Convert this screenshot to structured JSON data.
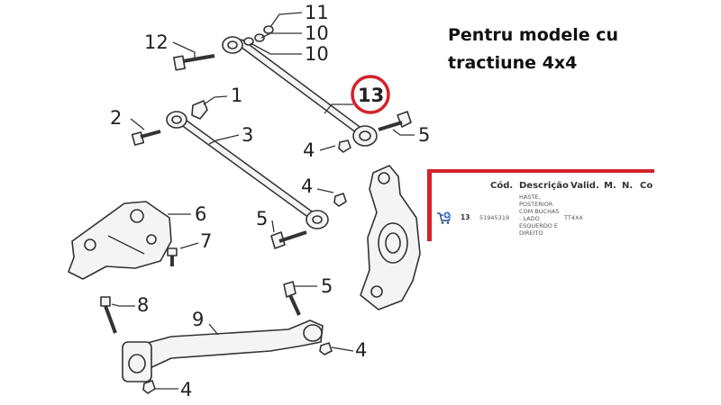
{
  "callouts": [
    {
      "id": "c11",
      "label": "11"
    },
    {
      "id": "c10a",
      "label": "10"
    },
    {
      "id": "c10b",
      "label": "10"
    },
    {
      "id": "c12",
      "label": "12"
    },
    {
      "id": "c13",
      "label": "13"
    },
    {
      "id": "c1",
      "label": "1"
    },
    {
      "id": "c2",
      "label": "2"
    },
    {
      "id": "c3",
      "label": "3"
    },
    {
      "id": "c5a",
      "label": "5"
    },
    {
      "id": "c4a",
      "label": "4"
    },
    {
      "id": "c4b",
      "label": "4"
    },
    {
      "id": "c6",
      "label": "6"
    },
    {
      "id": "c5b",
      "label": "5"
    },
    {
      "id": "c7",
      "label": "7"
    },
    {
      "id": "c5c",
      "label": "5"
    },
    {
      "id": "c8",
      "label": "8"
    },
    {
      "id": "c9",
      "label": "9"
    },
    {
      "id": "c4c",
      "label": "4"
    },
    {
      "id": "c4d",
      "label": "4"
    }
  ],
  "caption": {
    "line1": "Pentru modele cu",
    "line2": "tractiune 4x4"
  },
  "highlight_color": "#d4222b",
  "parts_table": {
    "headers": {
      "code": "Cód.",
      "description": "Descrição",
      "validity": "Valid.",
      "m": "M.",
      "n": "N.",
      "co": "Co"
    },
    "row": {
      "cart_icon": "add-to-cart-icon",
      "ref": "13",
      "code": "51945319",
      "description_lines": [
        "HASTE,",
        "POSTERIOR",
        "COM BUCHAS",
        "- LADO",
        "ESQUERDO E",
        "DIREITO"
      ],
      "validity": "TT4X4"
    }
  }
}
